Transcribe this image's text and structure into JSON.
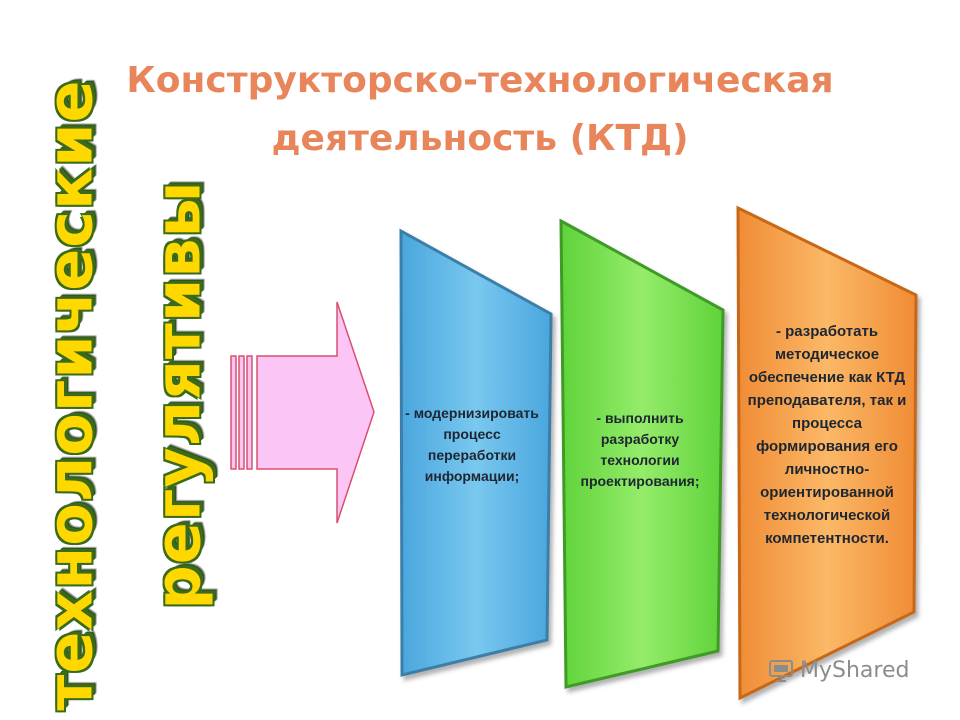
{
  "title": {
    "line1": "Конструкторско-технологическая",
    "line2": "деятельность (КТД)"
  },
  "vertical_text": {
    "word1": "технологические",
    "word2": "регулятивы"
  },
  "boxes": [
    {
      "color": "#5fb9e8",
      "text": "- модернизировать процесс переработки информации;"
    },
    {
      "color": "#7de54a",
      "text": "- выполнить разработку технологии проектирования;"
    },
    {
      "color": "#f5a64c",
      "text": "- разработать методическое обеспечение как КТД преподавателя, так и процесса формирования его личностно-ориентированной технологической компетентности."
    }
  ],
  "arrow": {
    "fill": "#fbc5f5",
    "stroke": "#d9506e"
  },
  "watermark": {
    "text": "MyShared"
  }
}
